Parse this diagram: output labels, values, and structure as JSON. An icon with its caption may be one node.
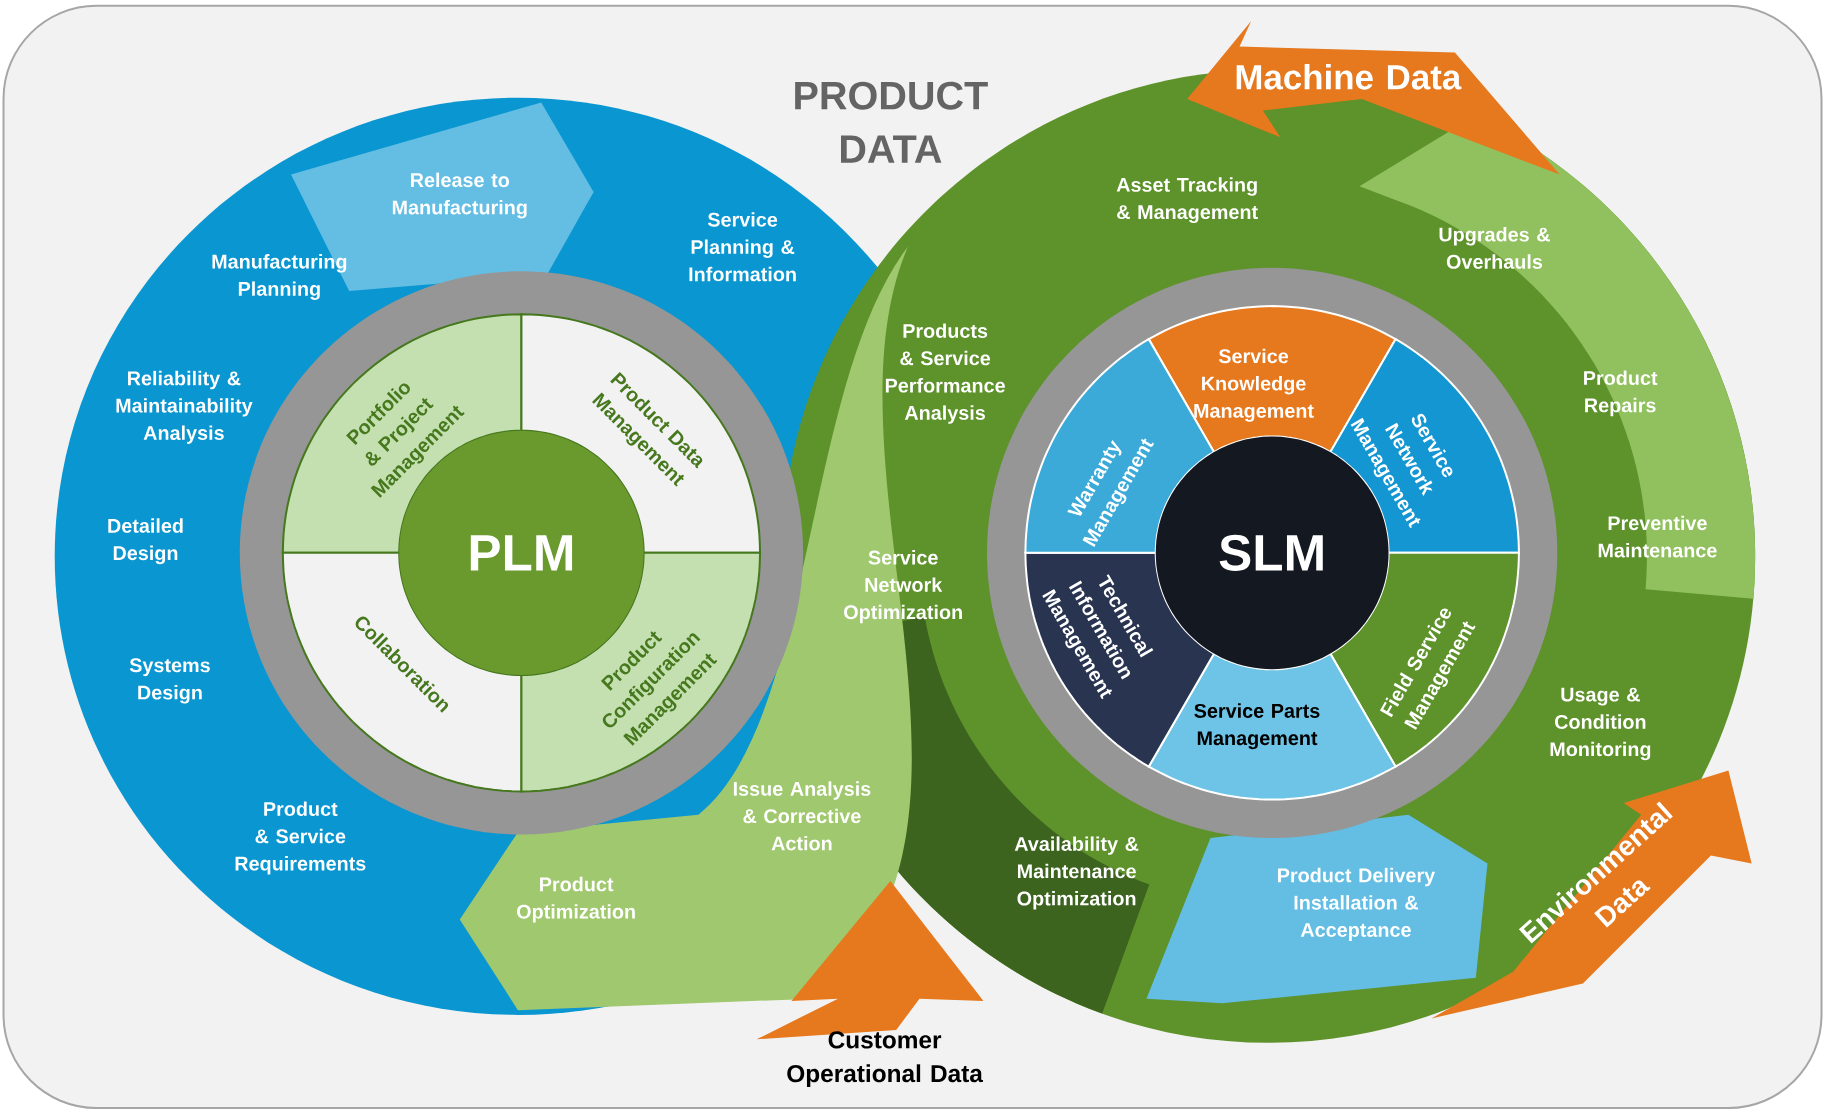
{
  "diagram": {
    "title": "PRODUCT DATA",
    "nodes": [
      {
        "text": [
          "PLM"
        ]
      },
      {
        "text": [
          "Portfolio & Project Management"
        ]
      },
      {
        "text": [
          "Product Data Management"
        ]
      },
      {
        "text": [
          "Collaboration"
        ]
      },
      {
        "text": [
          "Product Configuration Management"
        ]
      },
      {
        "text": [
          "SLM"
        ]
      },
      {
        "text": [
          "Service Knowledge Management"
        ]
      },
      {
        "text": [
          "Service Network Management"
        ]
      },
      {
        "text": [
          "Field Service Management"
        ]
      },
      {
        "text": [
          "Service Parts Management"
        ]
      },
      {
        "text": [
          "Technical Information Management"
        ]
      },
      {
        "text": [
          "Warranty Management"
        ]
      }
    ],
    "labels": [
      "Release to Manufacturing",
      "Service Planning & Information",
      "Manufacturing Planning",
      "Machine Data",
      "Asset Tracking & Management",
      "Upgrades & Overhauls",
      "Reliability & Maintainability Analysis",
      "Products & Service Performance Analysis",
      "Product Repairs",
      "Detailed Design",
      "Preventive Maintenance",
      "Service Network Optimization",
      "Systems Design",
      "Usage & Condition Monitoring",
      "Issue Analysis & Corrective Action",
      "Product & Service Requirements",
      "Availability & Maintenance Optimization",
      "Product Delivery Installation & Acceptance",
      "Product Optimization",
      "Environmental Data",
      "Customer Operational Data"
    ]
  }
}
